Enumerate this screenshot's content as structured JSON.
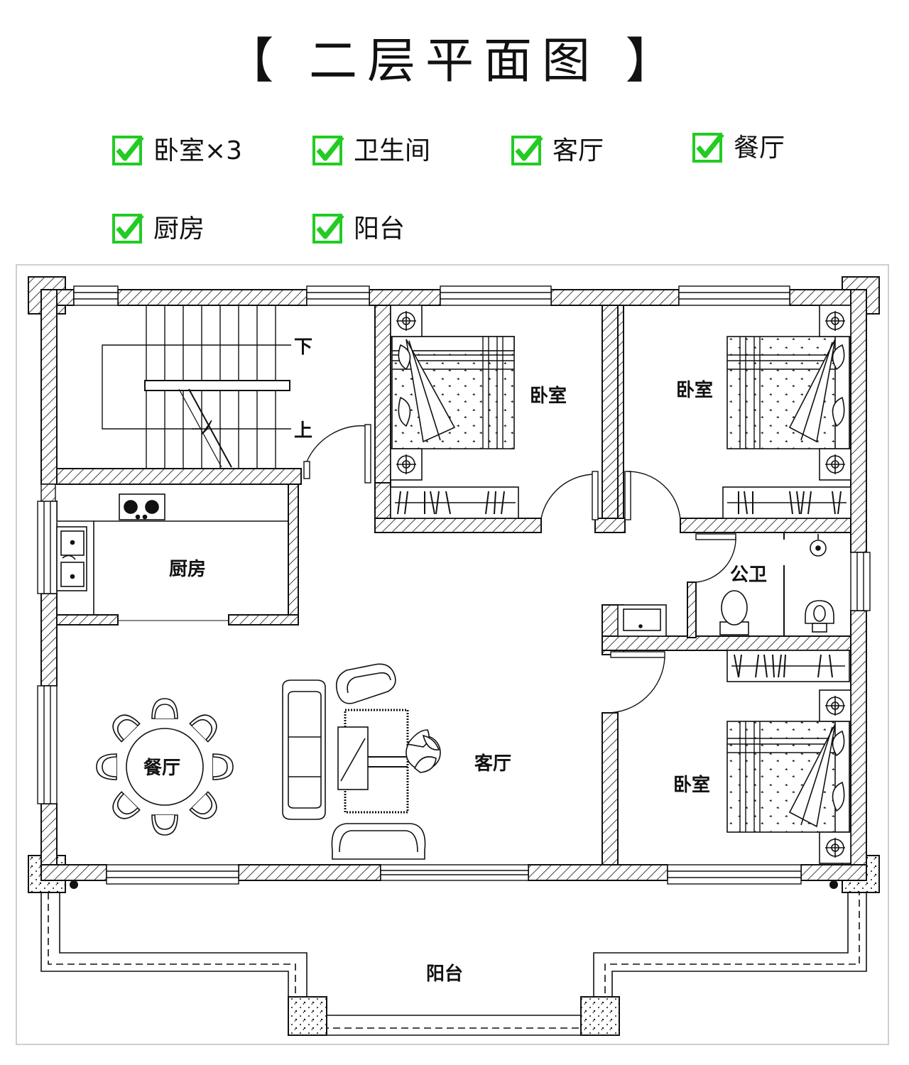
{
  "title": "【 二层平面图 】",
  "features": [
    {
      "label": "卧室×3"
    },
    {
      "label": "卫生间"
    },
    {
      "label": "客厅"
    },
    {
      "label": "餐厅"
    },
    {
      "label": "厨房"
    },
    {
      "label": "阳台"
    }
  ],
  "check_color": "#22cc22",
  "rooms": {
    "bedroom_1": "卧室",
    "bedroom_2": "卧室",
    "bedroom_3": "卧室",
    "bathroom": "公卫",
    "kitchen": "厨房",
    "dining": "餐厅",
    "living": "客厅",
    "balcony": "阳台"
  },
  "stairs": {
    "down": "下",
    "up": "上"
  }
}
